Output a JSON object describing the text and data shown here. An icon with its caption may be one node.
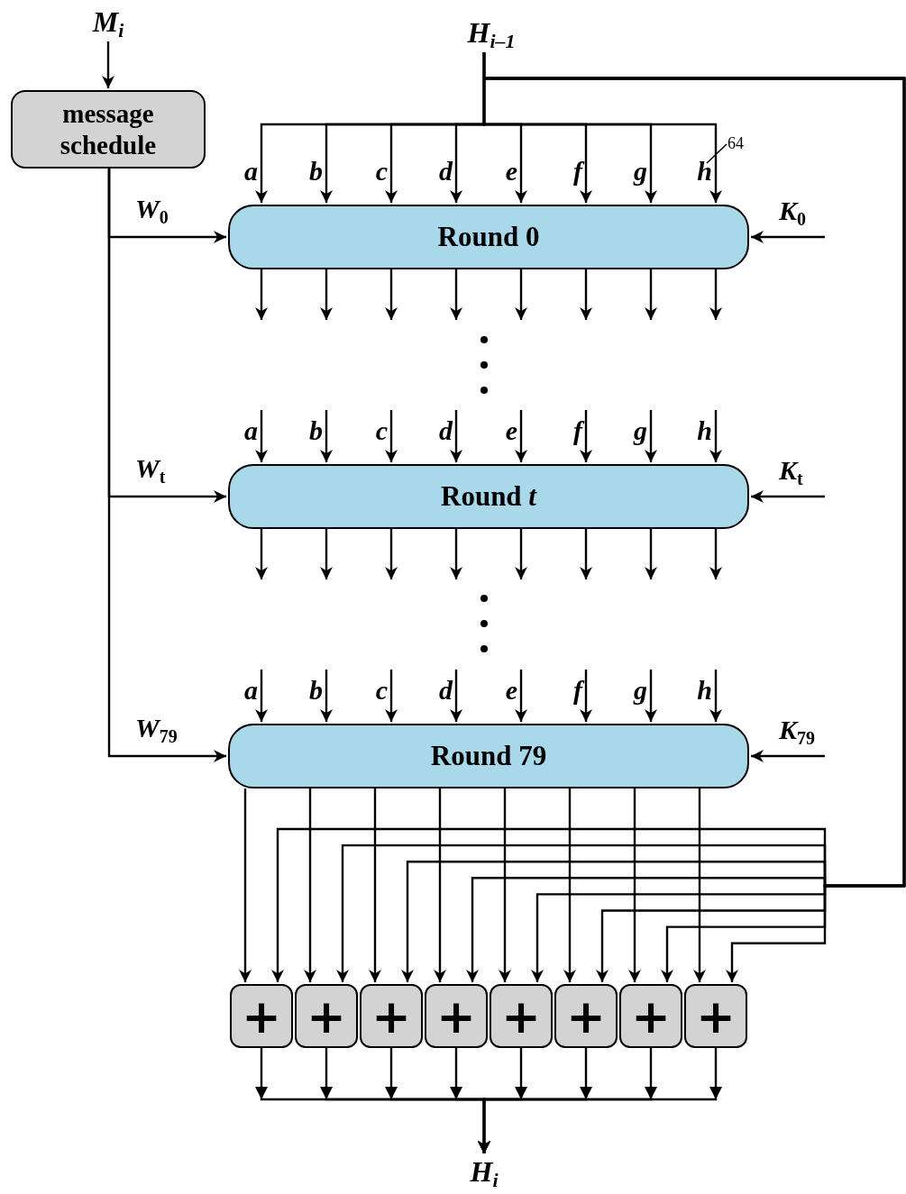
{
  "diagram": {
    "nodes": [
      {
        "text": [
          "M$_{i}$"
        ]
      },
      {
        "text": [
          "message schedule"
        ]
      },
      {
        "text": [
          "H$_{i–1}$"
        ]
      },
      {
        "text": [
          "Round 0"
        ]
      },
      {
        "text": [
          "Round *t*"
        ]
      },
      {
        "text": [
          "Round 79"
        ]
      },
      {
        "text": [
          "+"
        ]
      },
      {
        "text": [
          "+"
        ]
      },
      {
        "text": [
          "+"
        ]
      },
      {
        "text": [
          "+"
        ]
      },
      {
        "text": [
          "+"
        ]
      },
      {
        "text": [
          "+"
        ]
      },
      {
        "text": [
          "+"
        ]
      },
      {
        "text": [
          "+"
        ]
      },
      {
        "text": [
          "H$_{i}$"
        ]
      }
    ],
    "edges": [
      {
        "from": 0,
        "to": 1,
        "arrow": "to"
      },
      {
        "from": 1,
        "to": 3,
        "arrow": "to",
        "label": "W$_{0}$"
      },
      {
        "from": 1,
        "to": 4,
        "arrow": "to",
        "label": "W$_{t}$"
      },
      {
        "from": 1,
        "to": 5,
        "arrow": "to",
        "label": "W$_{79}$"
      },
      {
        "from": 2,
        "to": 3,
        "arrow": "to",
        "label": "a"
      },
      {
        "from": 2,
        "to": 3,
        "arrow": "to",
        "label": "b"
      },
      {
        "from": 2,
        "to": 3,
        "arrow": "to",
        "label": "c"
      },
      {
        "from": 2,
        "to": 3,
        "arrow": "to",
        "label": "d"
      },
      {
        "from": 2,
        "to": 3,
        "arrow": "to",
        "label": "e"
      },
      {
        "from": 2,
        "to": 3,
        "arrow": "to",
        "label": "f"
      },
      {
        "from": 2,
        "to": 3,
        "arrow": "to",
        "label": "g"
      },
      {
        "from": 2,
        "to": 3,
        "arrow": "to",
        "label": "h"
      },
      {
        "from": null,
        "to": 3,
        "arrow": "to",
        "label": "K$_{0}$"
      },
      {
        "from": 3,
        "to": null,
        "arrow": "to"
      },
      {
        "from": 3,
        "to": null,
        "arrow": "to"
      },
      {
        "from": 3,
        "to": null,
        "arrow": "to"
      },
      {
        "from": 3,
        "to": null,
        "arrow": "to"
      },
      {
        "from": 3,
        "to": null,
        "arrow": "to"
      },
      {
        "from": 3,
        "to": null,
        "arrow": "to"
      },
      {
        "from": 3,
        "to": null,
        "arrow": "to"
      },
      {
        "from": 3,
        "to": null,
        "arrow": "to"
      },
      {
        "from": null,
        "to": 4,
        "arrow": "to",
        "label": "a"
      },
      {
        "from": null,
        "to": 4,
        "arrow": "to",
        "label": "b"
      },
      {
        "from": null,
        "to": 4,
        "arrow": "to",
        "label": "c"
      },
      {
        "from": null,
        "to": 4,
        "arrow": "to",
        "label": "d"
      },
      {
        "from": null,
        "to": 4,
        "arrow": "to",
        "label": "e"
      },
      {
        "from": null,
        "to": 4,
        "arrow": "to",
        "label": "f"
      },
      {
        "from": null,
        "to": 4,
        "arrow": "to",
        "label": "g"
      },
      {
        "from": null,
        "to": 4,
        "arrow": "to",
        "label": "h"
      },
      {
        "from": null,
        "to": 4,
        "arrow": "to",
        "label": "K$_{t}$"
      },
      {
        "from": 4,
        "to": null,
        "arrow": "to"
      },
      {
        "from": 4,
        "to": null,
        "arrow": "to"
      },
      {
        "from": 4,
        "to": null,
        "arrow": "to"
      },
      {
        "from": 4,
        "to": null,
        "arrow": "to"
      },
      {
        "from": 4,
        "to": null,
        "arrow": "to"
      },
      {
        "from": 4,
        "to": null,
        "arrow": "to"
      },
      {
        "from": 4,
        "to": null,
        "arrow": "to"
      },
      {
        "from": 4,
        "to": null,
        "arrow": "to"
      },
      {
        "from": null,
        "to": 5,
        "arrow": "to",
        "label": "a"
      },
      {
        "from": null,
        "to": 5,
        "arrow": "to",
        "label": "b"
      },
      {
        "from": null,
        "to": 5,
        "arrow": "to",
        "label": "c"
      },
      {
        "from": null,
        "to": 5,
        "arrow": "to",
        "label": "d"
      },
      {
        "from": null,
        "to": 5,
        "arrow": "to",
        "label": "e"
      },
      {
        "from": null,
        "to": 5,
        "arrow": "to",
        "label": "f"
      },
      {
        "from": null,
        "to": 5,
        "arrow": "to",
        "label": "g"
      },
      {
        "from": null,
        "to": 5,
        "arrow": "to",
        "label": "h"
      },
      {
        "from": null,
        "to": 5,
        "arrow": "to",
        "label": "K$_{79}$"
      },
      {
        "from": 5,
        "to": 6,
        "arrow": "to"
      },
      {
        "from": 5,
        "to": 7,
        "arrow": "to"
      },
      {
        "from": 5,
        "to": 8,
        "arrow": "to"
      },
      {
        "from": 5,
        "to": 9,
        "arrow": "to"
      },
      {
        "from": 5,
        "to": 10,
        "arrow": "to"
      },
      {
        "from": 5,
        "to": 11,
        "arrow": "to"
      },
      {
        "from": 5,
        "to": 12,
        "arrow": "to"
      },
      {
        "from": 5,
        "to": 13,
        "arrow": "to"
      },
      {
        "from": 2,
        "to": 6,
        "arrow": "to"
      },
      {
        "from": 2,
        "to": 7,
        "arrow": "to"
      },
      {
        "from": 2,
        "to": 8,
        "arrow": "to"
      },
      {
        "from": 2,
        "to": 9,
        "arrow": "to"
      },
      {
        "from": 2,
        "to": 10,
        "arrow": "to"
      },
      {
        "from": 2,
        "to": 11,
        "arrow": "to"
      },
      {
        "from": 2,
        "to": 12,
        "arrow": "to"
      },
      {
        "from": 2,
        "to": 13,
        "arrow": "to"
      },
      {
        "from": 6,
        "to": 14,
        "arrow": "to"
      },
      {
        "from": 7,
        "to": 14,
        "arrow": "to"
      },
      {
        "from": 8,
        "to": 14,
        "arrow": "to"
      },
      {
        "from": 9,
        "to": 14,
        "arrow": "to"
      },
      {
        "from": 10,
        "to": 14,
        "arrow": "to"
      },
      {
        "from": 11,
        "to": 14,
        "arrow": "to"
      },
      {
        "from": 12,
        "to": 14,
        "arrow": "to"
      },
      {
        "from": 13,
        "to": 14,
        "arrow": "to"
      }
    ],
    "labels": [
      "64"
    ]
  }
}
